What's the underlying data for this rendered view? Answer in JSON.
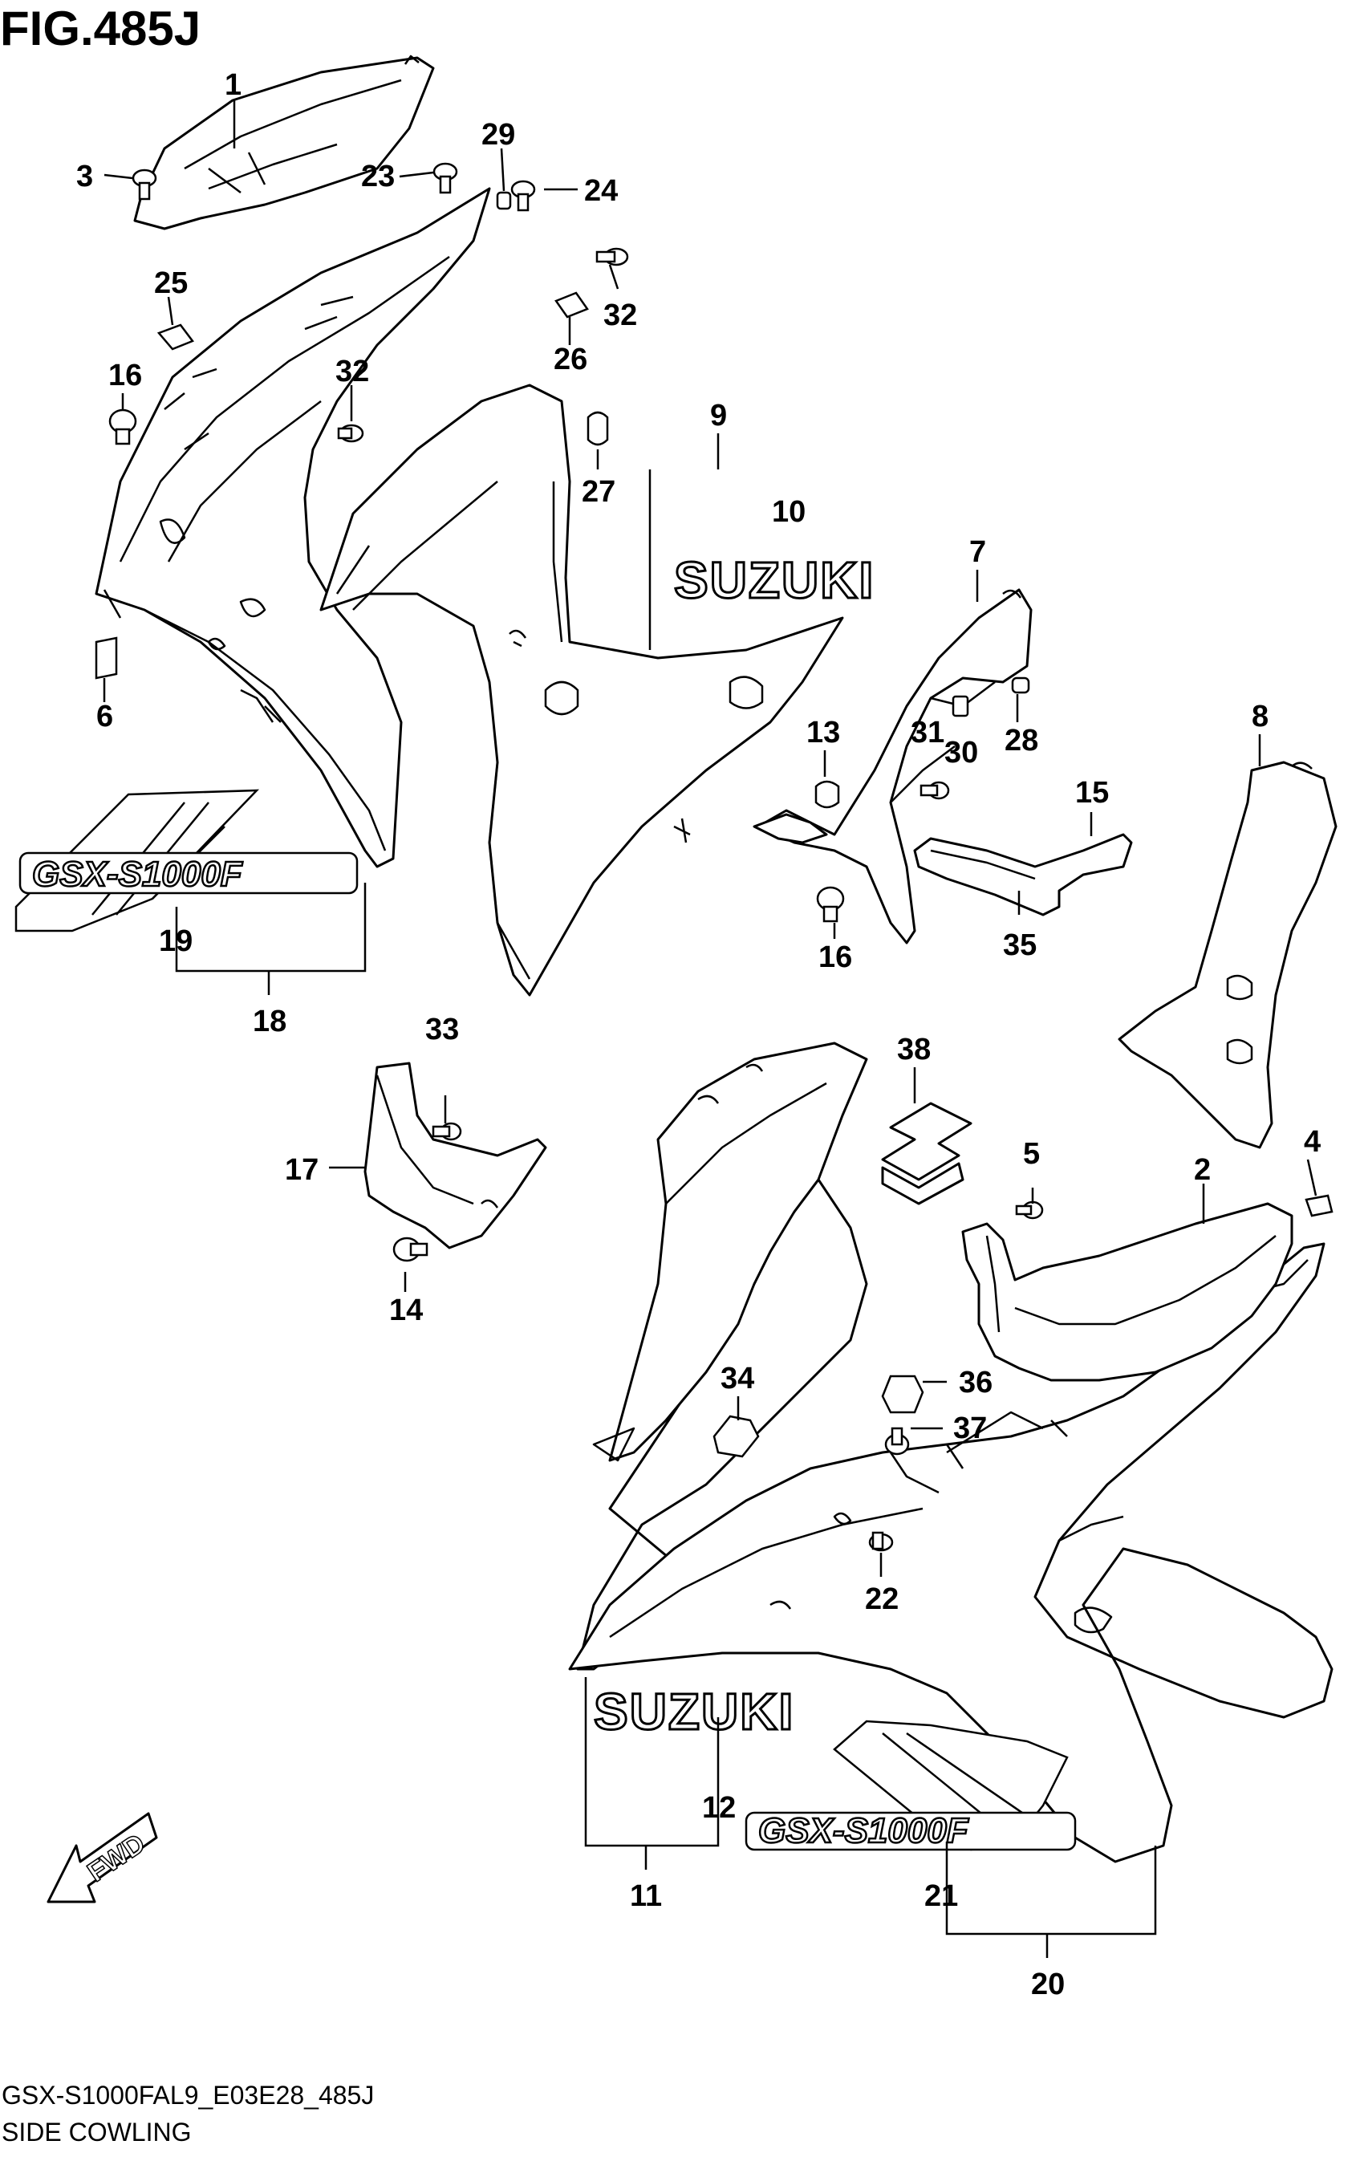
{
  "figure": {
    "title": "FIG.485J",
    "code": "GSX-S1000FAL9_E03E28_485J",
    "name": "SIDE COWLING"
  },
  "decals": {
    "upper_brand": "SUZUKI",
    "lower_brand": "SUZUKI",
    "upper_model": "GSX-S1000F",
    "lower_model": "GSX-S1000F",
    "fwd_arrow": "FWD"
  },
  "callouts": [
    {
      "id": "c1",
      "label": "1"
    },
    {
      "id": "c2",
      "label": "2"
    },
    {
      "id": "c3",
      "label": "3"
    },
    {
      "id": "c4",
      "label": "4"
    },
    {
      "id": "c5",
      "label": "5"
    },
    {
      "id": "c6",
      "label": "6"
    },
    {
      "id": "c7",
      "label": "7"
    },
    {
      "id": "c8",
      "label": "8"
    },
    {
      "id": "c9",
      "label": "9"
    },
    {
      "id": "c10",
      "label": "10"
    },
    {
      "id": "c11",
      "label": "11"
    },
    {
      "id": "c12",
      "label": "12"
    },
    {
      "id": "c13",
      "label": "13"
    },
    {
      "id": "c14",
      "label": "14"
    },
    {
      "id": "c15",
      "label": "15"
    },
    {
      "id": "c16a",
      "label": "16"
    },
    {
      "id": "c16b",
      "label": "16"
    },
    {
      "id": "c17",
      "label": "17"
    },
    {
      "id": "c18",
      "label": "18"
    },
    {
      "id": "c19",
      "label": "19"
    },
    {
      "id": "c20",
      "label": "20"
    },
    {
      "id": "c21",
      "label": "21"
    },
    {
      "id": "c22",
      "label": "22"
    },
    {
      "id": "c23",
      "label": "23"
    },
    {
      "id": "c24",
      "label": "24"
    },
    {
      "id": "c25",
      "label": "25"
    },
    {
      "id": "c26",
      "label": "26"
    },
    {
      "id": "c27",
      "label": "27"
    },
    {
      "id": "c28",
      "label": "28"
    },
    {
      "id": "c29",
      "label": "29"
    },
    {
      "id": "c30",
      "label": "30"
    },
    {
      "id": "c31",
      "label": "31"
    },
    {
      "id": "c32a",
      "label": "32"
    },
    {
      "id": "c32b",
      "label": "32"
    },
    {
      "id": "c33",
      "label": "33"
    },
    {
      "id": "c34",
      "label": "34"
    },
    {
      "id": "c35",
      "label": "35"
    },
    {
      "id": "c36",
      "label": "36"
    },
    {
      "id": "c37",
      "label": "37"
    },
    {
      "id": "c38",
      "label": "38"
    }
  ]
}
